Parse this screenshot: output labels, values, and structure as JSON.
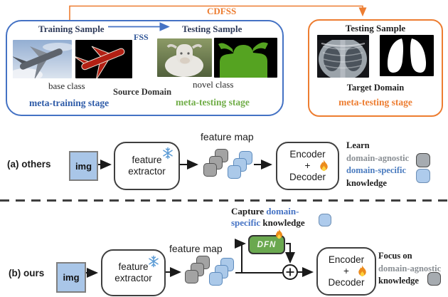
{
  "top": {
    "cdfss_label": "CDFSS",
    "fss_label": "FSS",
    "source_box": {
      "training_title": "Training Sample",
      "testing_title": "Testing Sample",
      "base_class_caption": "base class",
      "novel_class_caption": "novel class",
      "domain_label": "Source Domain",
      "meta_training_stage": "meta-training stage",
      "meta_testing_stage": "meta-testing stage"
    },
    "target_box": {
      "testing_title": "Testing Sample",
      "domain_label": "Target Domain",
      "meta_testing_stage": "meta-testing stage"
    }
  },
  "row_a": {
    "row_label": "(a) others",
    "img_label": "img",
    "extractor_line1": "feature",
    "extractor_line2": "extractor",
    "feature_map_label": "feature map",
    "encoder_line1": "Encoder",
    "encoder_line2": "+",
    "encoder_line3": "Decoder",
    "legend": {
      "line1": "Learn",
      "line2": "domain-agnostic",
      "line3": "domain-specific",
      "line4": "knowledge"
    }
  },
  "row_b": {
    "row_label": "(b) ours",
    "img_label": "img",
    "extractor_line1": "feature",
    "extractor_line2": "extractor",
    "feature_map_label": "feature map",
    "capture_note": {
      "word1": "Capture",
      "word2": "domain-",
      "word3": "specific",
      "word4": "knowledge"
    },
    "dfn_label": "DFN",
    "encoder_line1": "Encoder",
    "encoder_line2": "+",
    "encoder_line3": "Decoder",
    "legend": {
      "line1": "Focus on",
      "line2": "domain-agnostic",
      "line3": "knowledge"
    }
  },
  "colors": {
    "source_box_border": "#4472c4",
    "target_box_border": "#ed7d31",
    "cdfss_orange": "#ed7d31",
    "fss_blue": "#2f5597",
    "meta_training_blue": "#2e5ba8",
    "meta_testing_green": "#70ad47",
    "meta_testing_orange": "#ed7d31",
    "domain_agnostic_gray": "#8a8f94",
    "domain_specific_blue": "#4a7bbf",
    "img_box_fill": "#a9c6e8",
    "feature_square_gray": "#a3a3a3",
    "feature_square_blue": "#abc9e9",
    "dfn_green": "#6aa84f"
  }
}
